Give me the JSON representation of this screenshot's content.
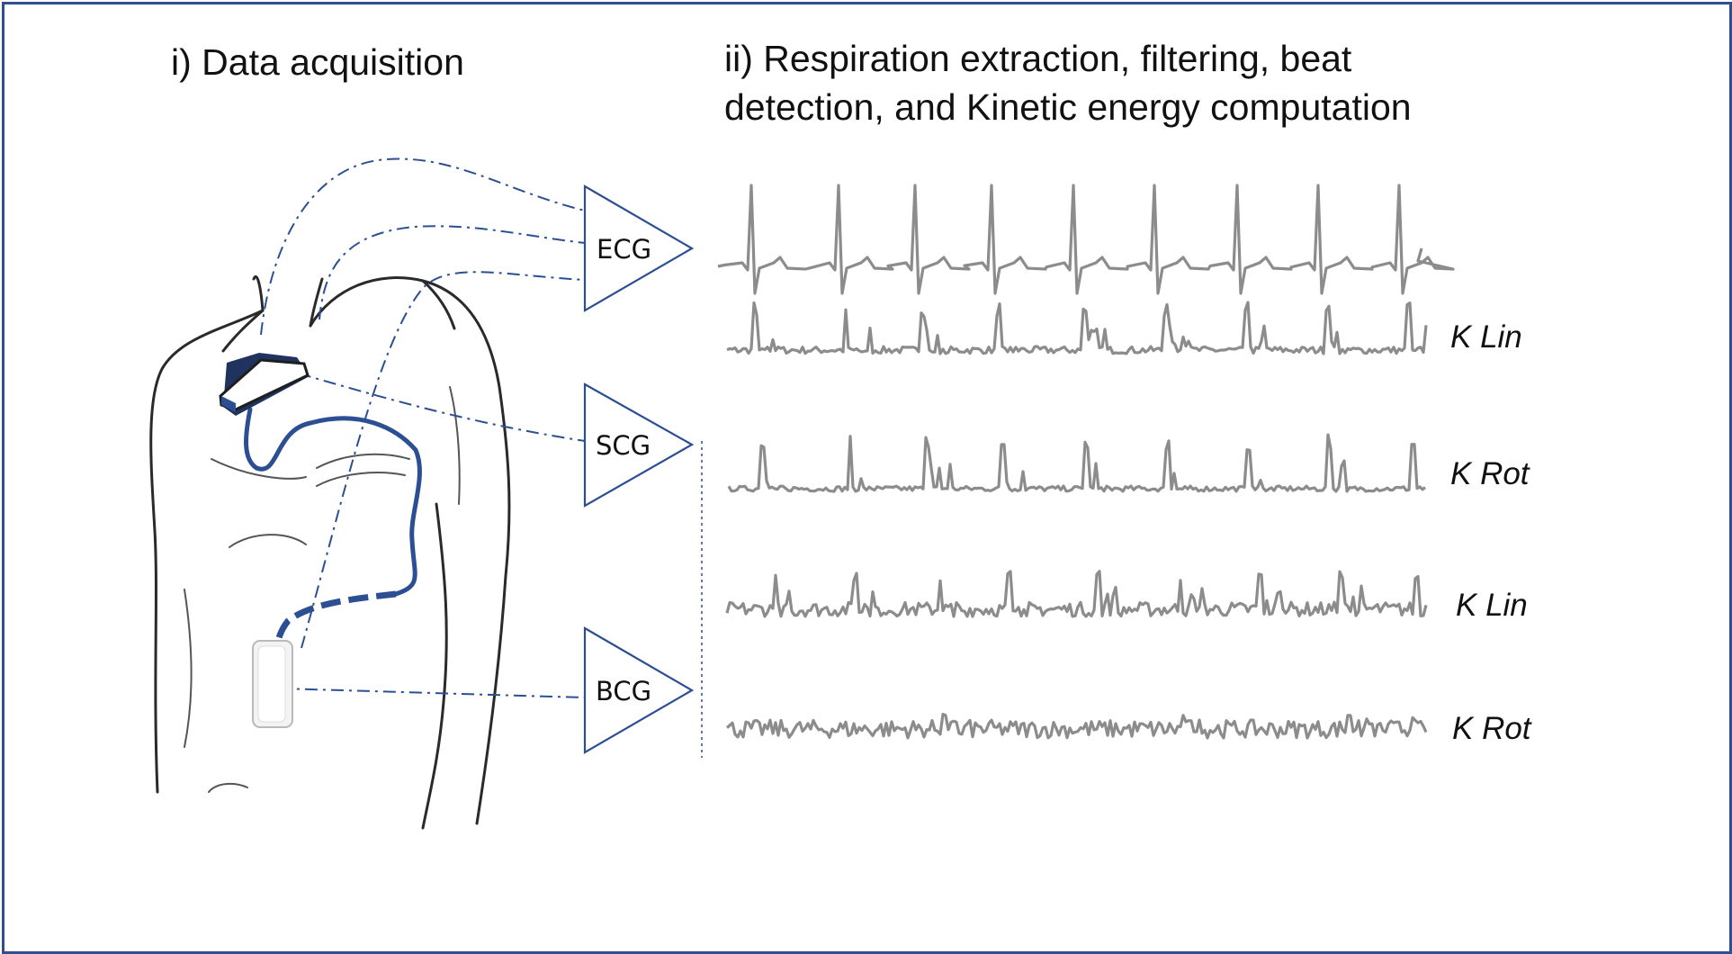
{
  "titles": {
    "left": "i) Data acquisition",
    "right_line1": "ii) Respiration extraction, filtering, beat",
    "right_line2": "detection, and Kinetic energy computation"
  },
  "amplifiers": [
    {
      "key": "ecg",
      "label": "ECG"
    },
    {
      "key": "scg",
      "label": "SCG"
    },
    {
      "key": "bcg",
      "label": "BCG"
    }
  ],
  "trace_labels": {
    "scg_lin": "K Lin",
    "scg_rot": "K Rot",
    "bcg_lin": "K Lin",
    "bcg_rot": "K Rot"
  },
  "colors": {
    "frame": "#2f4f8f",
    "lead_wire": "#2c4f94",
    "trace": "#8c8c8c"
  },
  "devices": [
    "chest-sensor-device",
    "abdominal-sensor-device"
  ]
}
